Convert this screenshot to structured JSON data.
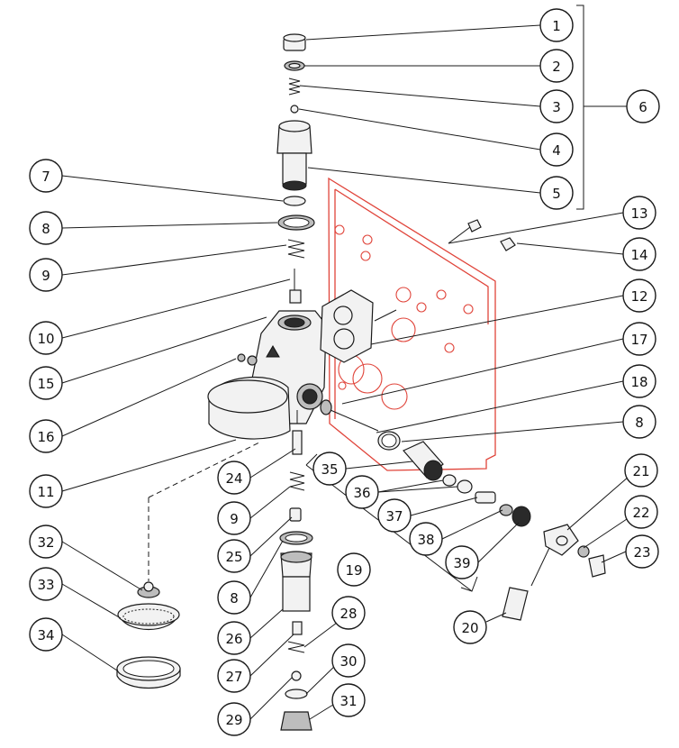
{
  "accent_colors": {
    "panel_outline": "#e0443a",
    "line": "#1a1a1a"
  },
  "callouts": [
    {
      "id": "c1",
      "label": "1"
    },
    {
      "id": "c2",
      "label": "2"
    },
    {
      "id": "c3",
      "label": "3"
    },
    {
      "id": "c4",
      "label": "4"
    },
    {
      "id": "c5",
      "label": "5"
    },
    {
      "id": "c6",
      "label": "6"
    },
    {
      "id": "c7",
      "label": "7"
    },
    {
      "id": "c8a",
      "label": "8"
    },
    {
      "id": "c9a",
      "label": "9"
    },
    {
      "id": "c10",
      "label": "10"
    },
    {
      "id": "c15",
      "label": "15"
    },
    {
      "id": "c16",
      "label": "16"
    },
    {
      "id": "c11",
      "label": "11"
    },
    {
      "id": "c13",
      "label": "13"
    },
    {
      "id": "c14",
      "label": "14"
    },
    {
      "id": "c12",
      "label": "12"
    },
    {
      "id": "c17",
      "label": "17"
    },
    {
      "id": "c18",
      "label": "18"
    },
    {
      "id": "c8b",
      "label": "8"
    },
    {
      "id": "c35",
      "label": "35"
    },
    {
      "id": "c36",
      "label": "36"
    },
    {
      "id": "c37",
      "label": "37"
    },
    {
      "id": "c38",
      "label": "38"
    },
    {
      "id": "c39",
      "label": "39"
    },
    {
      "id": "c19",
      "label": "19"
    },
    {
      "id": "c21",
      "label": "21"
    },
    {
      "id": "c22",
      "label": "22"
    },
    {
      "id": "c23",
      "label": "23"
    },
    {
      "id": "c20",
      "label": "20"
    },
    {
      "id": "c24",
      "label": "24"
    },
    {
      "id": "c9b",
      "label": "9"
    },
    {
      "id": "c25",
      "label": "25"
    },
    {
      "id": "c8c",
      "label": "8"
    },
    {
      "id": "c26",
      "label": "26"
    },
    {
      "id": "c27",
      "label": "27"
    },
    {
      "id": "c28",
      "label": "28"
    },
    {
      "id": "c29",
      "label": "29"
    },
    {
      "id": "c30",
      "label": "30"
    },
    {
      "id": "c31",
      "label": "31"
    },
    {
      "id": "c32",
      "label": "32"
    },
    {
      "id": "c33",
      "label": "33"
    },
    {
      "id": "c34",
      "label": "34"
    }
  ]
}
